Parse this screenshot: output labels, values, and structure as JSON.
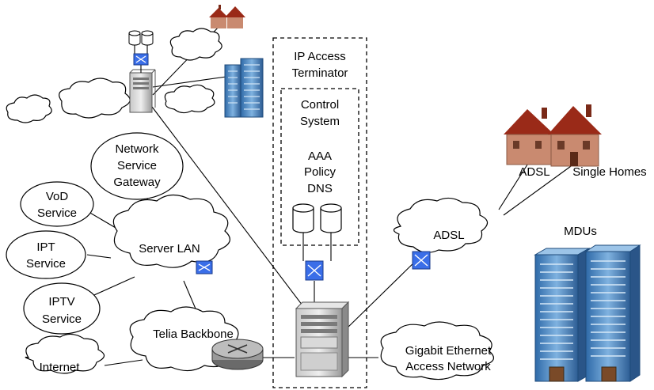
{
  "labels": {
    "ip_access_terminator_line1": "IP Access",
    "ip_access_terminator_line2": "Terminator",
    "control_system_line1": "Control",
    "control_system_line2": "System",
    "aaa": "AAA",
    "policy": "Policy",
    "dns": "DNS",
    "network_service_gateway_line1": "Network",
    "network_service_gateway_line2": "Service",
    "network_service_gateway_line3": "Gateway",
    "vod_line1": "VoD",
    "vod_line2": "Service",
    "ipt_line1": "IPT",
    "ipt_line2": "Service",
    "iptv_line1": "IPTV",
    "iptv_line2": "Service",
    "server_lan": "Server LAN",
    "telia_backbone": "Telia Backbone",
    "internet": "Internet",
    "adsl_cloud": "ADSL",
    "adsl_link": "ADSL",
    "single_homes": "Single Homes",
    "mdus": "MDUs",
    "gigabit_line1": "Gigabit Ethernet",
    "gigabit_line2": "Access Network"
  },
  "icons": [
    "server-icon",
    "switch-icon",
    "router-icon",
    "database-icon",
    "house-icon",
    "building-icon"
  ],
  "colors": {
    "switch_blue": "#3a6ee8",
    "building_blue": "#4a86c8",
    "house_red": "#9a2a18",
    "router_gray": "#9a9a9a"
  }
}
